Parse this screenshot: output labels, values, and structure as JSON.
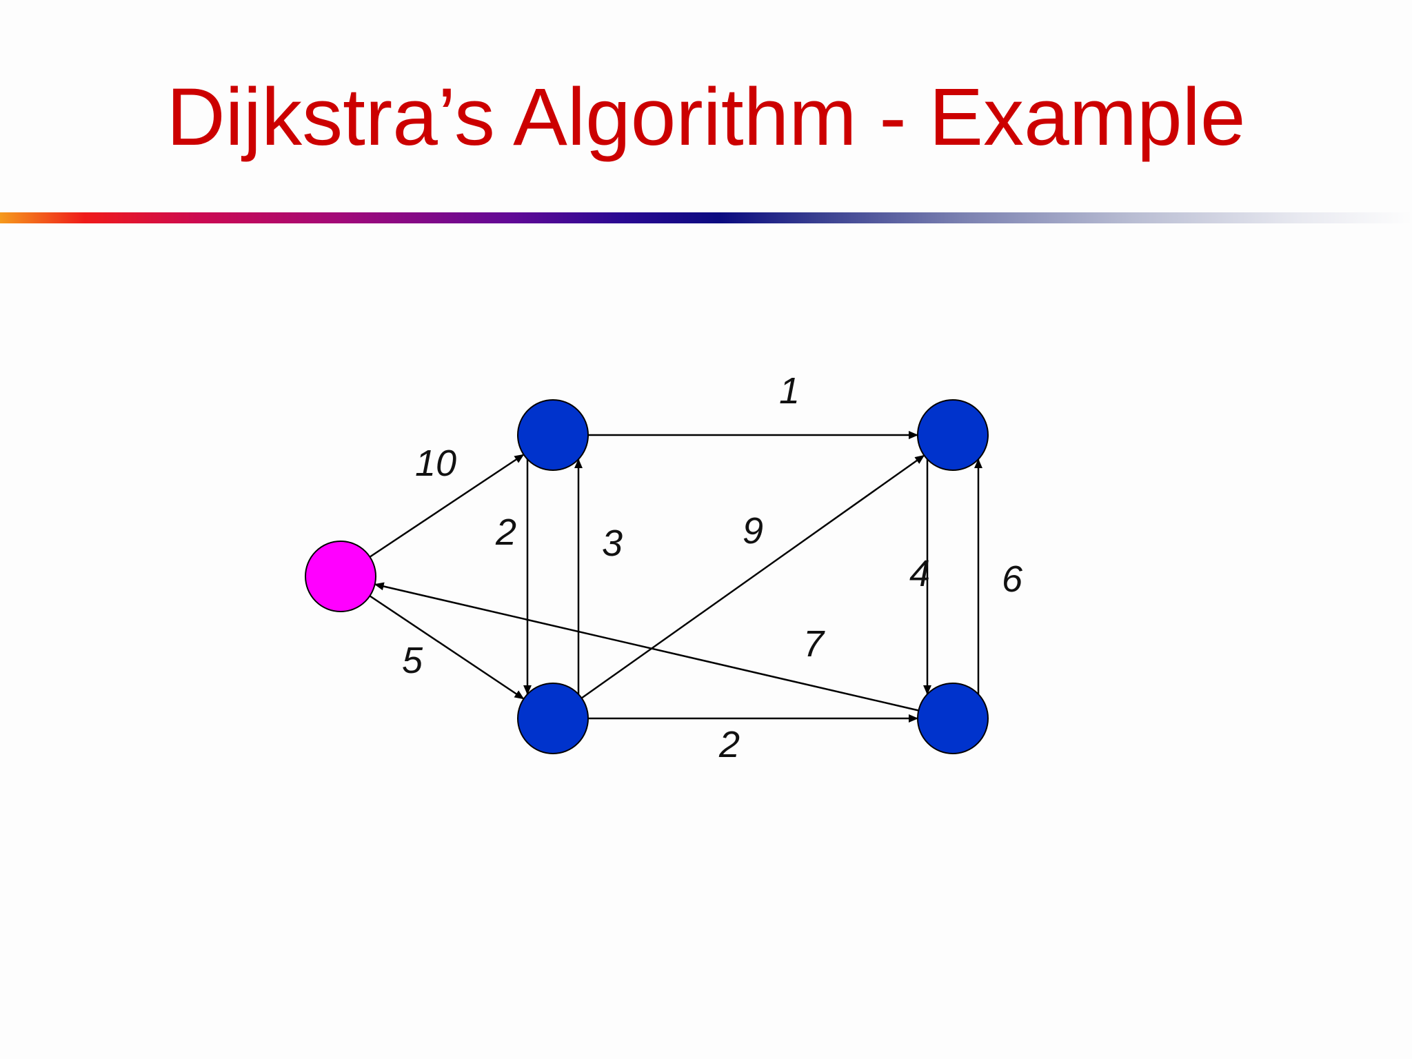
{
  "slide": {
    "title": "Dijkstra’s Algorithm - Example"
  },
  "graph": {
    "colors": {
      "source_node": "#ff00ff",
      "node": "#0033cc",
      "edge": "#000000",
      "title": "#cc0000"
    },
    "nodes": [
      {
        "id": "s",
        "role": "source"
      },
      {
        "id": "u",
        "role": "vertex"
      },
      {
        "id": "v",
        "role": "vertex"
      },
      {
        "id": "x",
        "role": "vertex"
      },
      {
        "id": "y",
        "role": "vertex"
      }
    ],
    "edges": [
      {
        "from": "s",
        "to": "u",
        "weight": "10"
      },
      {
        "from": "s",
        "to": "x",
        "weight": "5"
      },
      {
        "from": "u",
        "to": "v",
        "weight": "1"
      },
      {
        "from": "u",
        "to": "x",
        "weight": "2"
      },
      {
        "from": "x",
        "to": "u",
        "weight": "3"
      },
      {
        "from": "x",
        "to": "v",
        "weight": "9"
      },
      {
        "from": "x",
        "to": "y",
        "weight": "2"
      },
      {
        "from": "v",
        "to": "y",
        "weight": "4"
      },
      {
        "from": "y",
        "to": "v",
        "weight": "6"
      },
      {
        "from": "y",
        "to": "s",
        "weight": "7"
      }
    ]
  }
}
